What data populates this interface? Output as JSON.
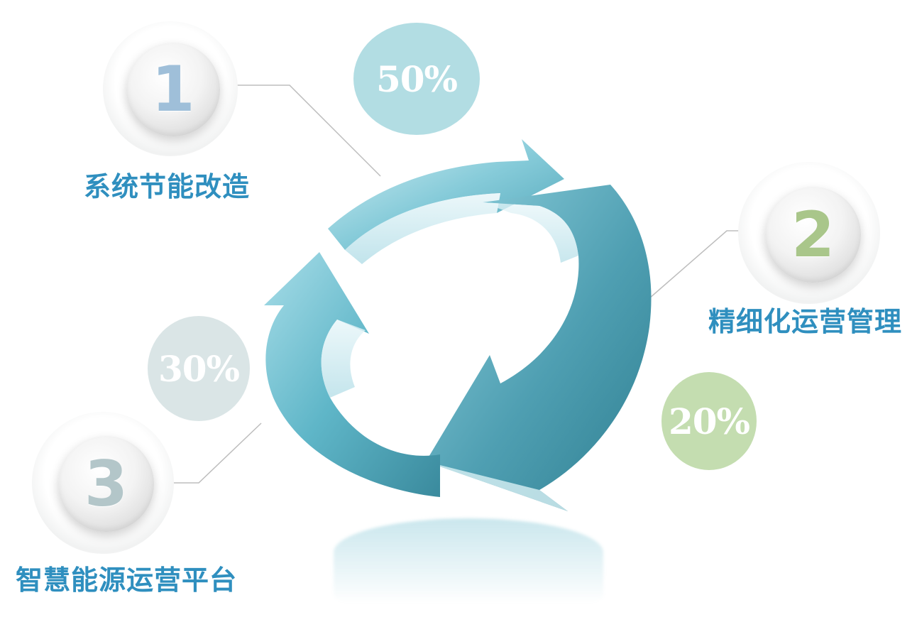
{
  "steps": [
    {
      "number": "1",
      "label": "系统节能改造",
      "percent": "50%",
      "number_color": "#9fbfd9",
      "bubble_color": "#b2dde3"
    },
    {
      "number": "2",
      "label": "精细化运营管理",
      "percent": "20%",
      "number_color": "#a9c68a",
      "bubble_color": "#c4ddb0"
    },
    {
      "number": "3",
      "label": "智慧能源运营平台",
      "percent": "30%",
      "number_color": "#b3c6c9",
      "bubble_color": "#dae5e6"
    }
  ],
  "colors": {
    "label_text": "#2f8fbf",
    "arrow_light": "#bfe6ee",
    "arrow_mid": "#6fc1d2",
    "arrow_dark": "#3d8fa2",
    "connector_line": "#bdbdbd"
  },
  "icons": {
    "cycle": "three-arrow-cycle-icon"
  }
}
